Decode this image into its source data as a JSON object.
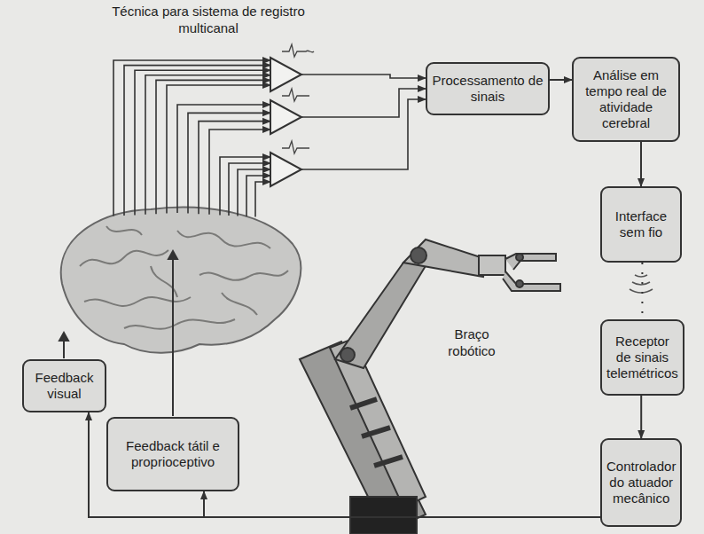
{
  "diagram": {
    "nodes": [
      {
        "text": [
          "Processamento de sinais"
        ]
      },
      {
        "text": [
          "Análise em tempo real de atividade cerebral"
        ]
      },
      {
        "text": [
          "Interface sem fio"
        ]
      },
      {
        "text": [
          "Receptor de sinais telemétricos"
        ]
      },
      {
        "text": [
          "Controlador do atuador mecânico"
        ]
      },
      {
        "text": [
          "Feedback visual"
        ]
      },
      {
        "text": [
          "Feedback tátil e proprioceptivo"
        ]
      }
    ],
    "edges": [
      {
        "from": 0,
        "to": 1,
        "arrow": "to"
      },
      {
        "from": 1,
        "to": 2,
        "arrow": "to"
      },
      {
        "from": 2,
        "to": 3,
        "arrow": "none"
      },
      {
        "from": 3,
        "to": 4,
        "arrow": "to"
      },
      {
        "from": 4,
        "to": 5,
        "arrow": "to"
      },
      {
        "from": 4,
        "to": 6,
        "arrow": "to"
      }
    ],
    "labels": [
      "Técnica para sistema de registro multicanal",
      "Braço robótico"
    ]
  }
}
